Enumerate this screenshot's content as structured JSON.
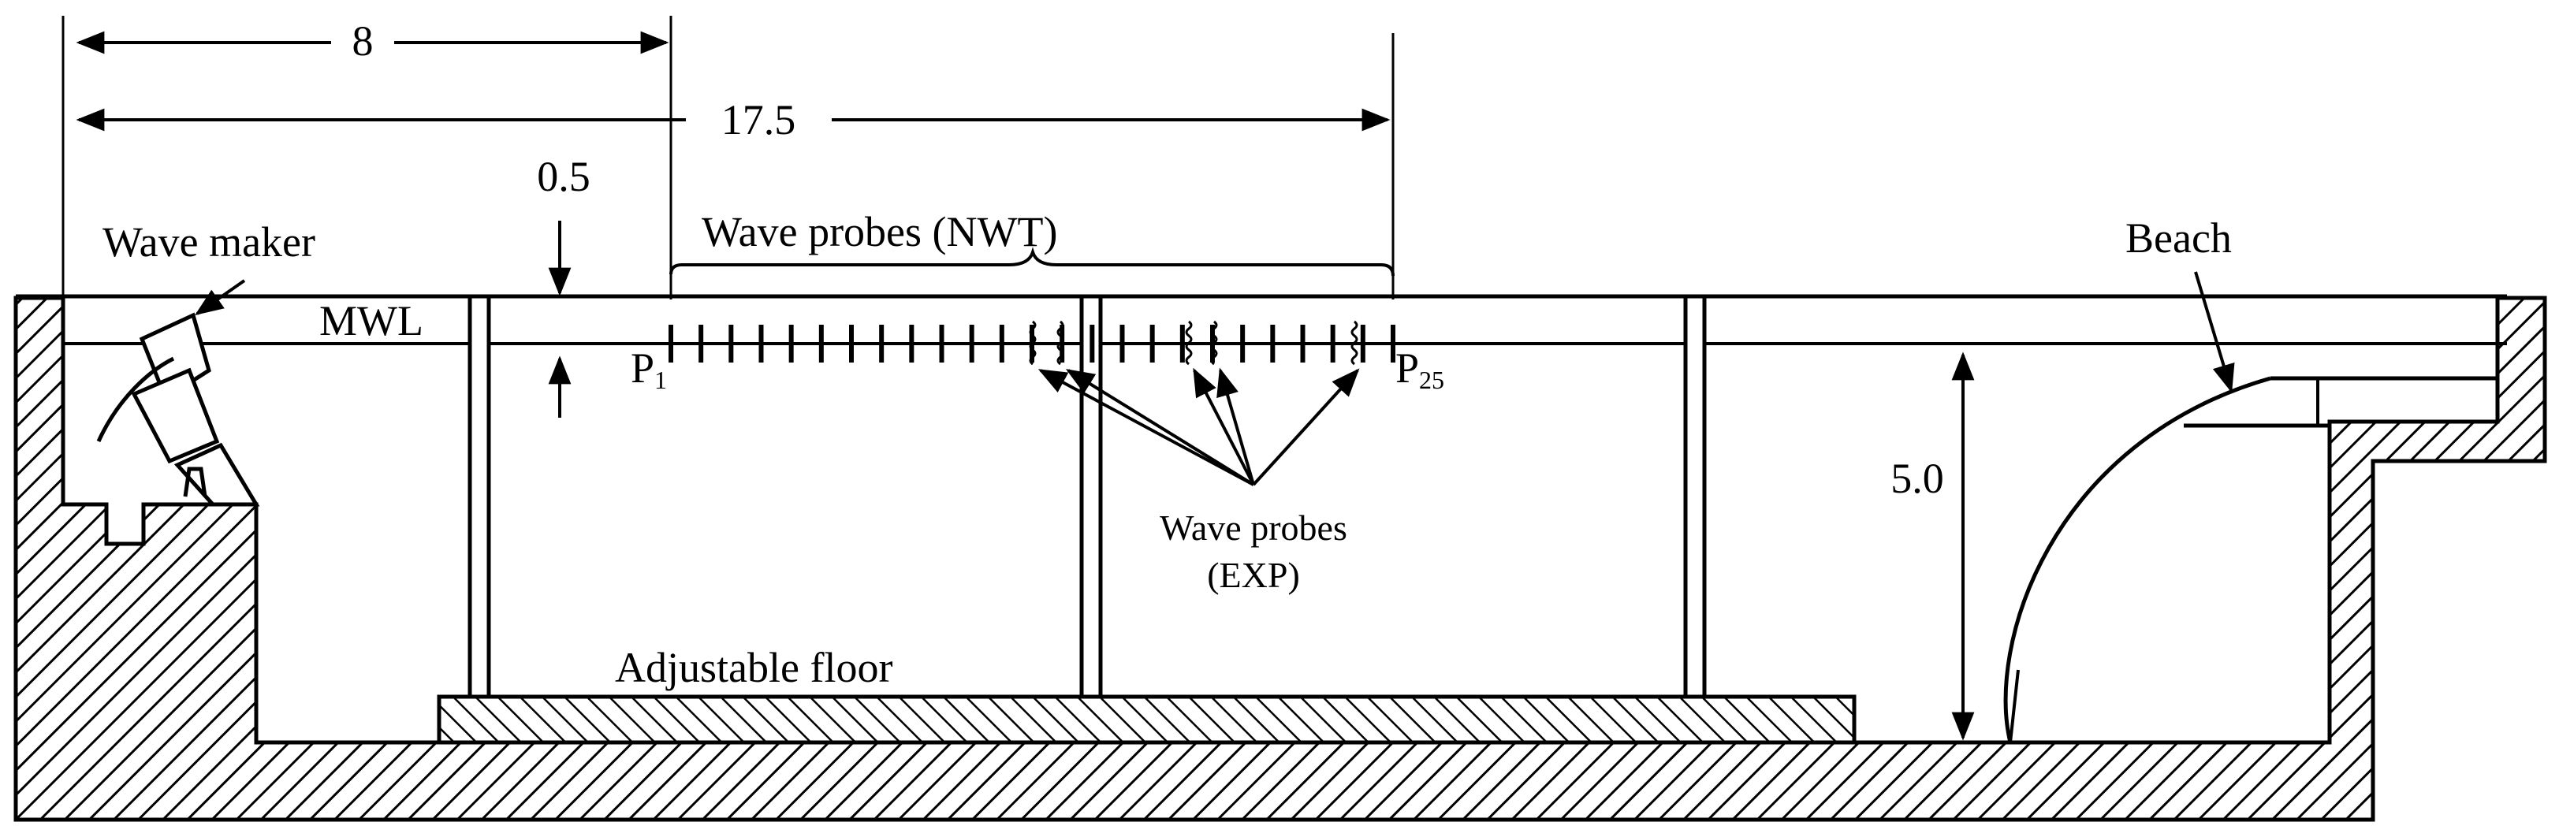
{
  "labels": {
    "dim_wavemaker_to_p1": "8",
    "dim_wavemaker_to_p25": "17.5",
    "probe_spacing_top": "0.5",
    "wave_maker": "Wave maker",
    "mwl": "MWL",
    "wave_probes_nwt": "Wave probes (NWT)",
    "probe_first": "P",
    "probe_first_sub": "1",
    "probe_last": "P",
    "probe_last_sub": "25",
    "beach": "Beach",
    "water_depth": "5.0",
    "wave_probes_exp_line1": "Wave probes",
    "wave_probes_exp_line2": "(EXP)",
    "adjustable_floor": "Adjustable floor"
  },
  "colors": {
    "line": "#000000",
    "floor_fill": "#cfd5d8",
    "background": "#ffffff"
  }
}
